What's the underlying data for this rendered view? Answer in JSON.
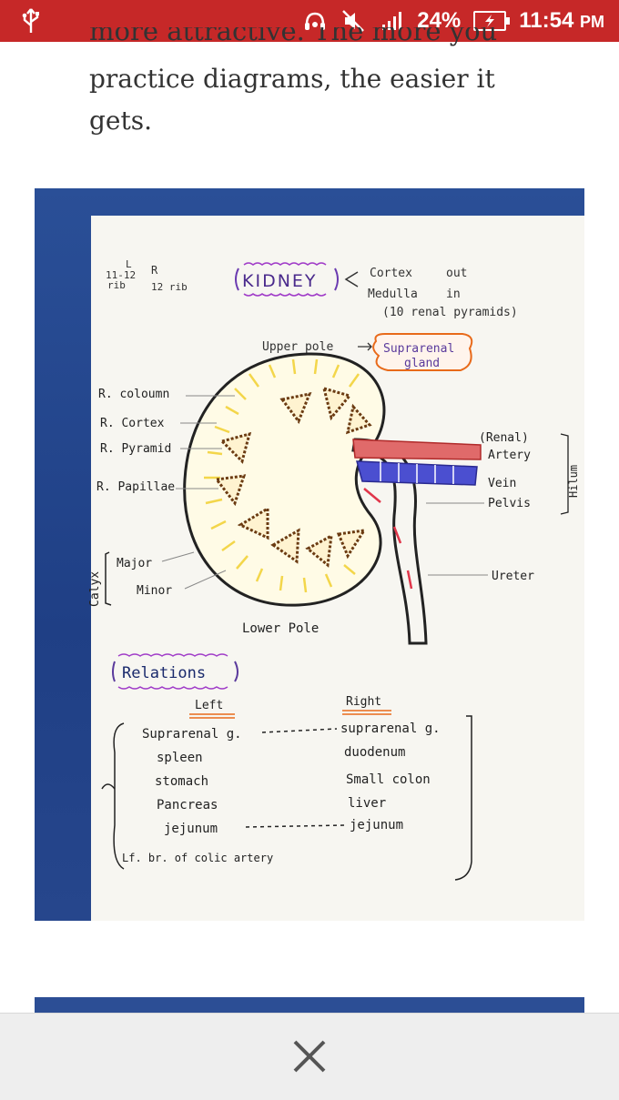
{
  "status_bar": {
    "battery": "24%",
    "time": "11:54",
    "ampm": "PM"
  },
  "article": {
    "clipped_line": "more attractive. The more you",
    "paragraph": "practice diagrams, the easier it gets."
  },
  "diagram": {
    "top_left": {
      "l": "L",
      "ribs": "11-12",
      "rib": "rib",
      "r": "R",
      "r_rib": "12 rib"
    },
    "title": "KIDNEY",
    "cortex": "Cortex",
    "out": "out",
    "medulla": "Medulla",
    "in": "in",
    "pyramids_note": "(10 renal pyramids)",
    "upper_pole": "Upper pole",
    "suprarenal_gland_1": "Suprarenal",
    "suprarenal_gland_2": "gland",
    "left_labels": [
      "R. coloumn",
      "R. Cortex",
      "R. Pyramid",
      "R. Papillae"
    ],
    "calyx_label": "Calyx",
    "major": "Major",
    "minor": "Minor",
    "right_labels": {
      "renal": "(Renal)",
      "artery": "Artery",
      "vein": "Vein",
      "pelvis": "Pelvis",
      "ureter": "Ureter",
      "hilum": "Hilum"
    },
    "lower_pole": "Lower Pole",
    "relations_title": "Relations",
    "left_heading": "Left",
    "right_heading": "Right",
    "left_items": [
      "Suprarenal g.",
      "spleen",
      "stomach",
      "Pancreas",
      "jejunum",
      "Lf. br. of colic artery"
    ],
    "right_items": [
      "suprarenal g.",
      "duodenum",
      "Small colon",
      "liver",
      "jejunum"
    ]
  },
  "bottom_bar": {
    "close_icon": "close-x-icon"
  }
}
